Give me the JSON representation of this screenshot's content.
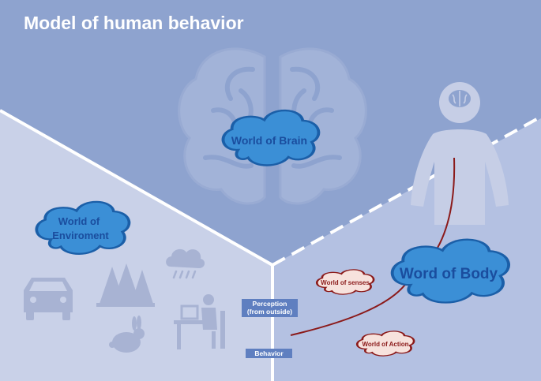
{
  "title": "Model of human behavior",
  "clouds": {
    "brain": "World of Brain",
    "environment_line1": "World of",
    "environment_line2": "Enviroment",
    "body": "Word of Body",
    "senses": "World of senses",
    "action": "World of Action"
  },
  "tags": {
    "perception_line1": "Perception",
    "perception_line2": "(from outside)",
    "behavior": "Behavior"
  },
  "icons": [
    "brain-icon",
    "person-icon",
    "car-icon",
    "trees-icon",
    "rain-cloud-icon",
    "rabbit-icon",
    "person-at-computer-icon"
  ],
  "colors": {
    "background_top": "#8ea3cf",
    "environment_region": "#c9d1e8",
    "body_region": "#b4c1e2",
    "blue_cloud": "#3b8fd6",
    "blue_cloud_stroke": "#1b5fa8",
    "blue_cloud_text": "#1a4d9e",
    "red_cloud": "#f7e2dd",
    "red_cloud_stroke": "#8b1a1a",
    "red_text": "#8b1a1a",
    "tag": "#5f7fc0",
    "connector": "#8b1a1a"
  }
}
